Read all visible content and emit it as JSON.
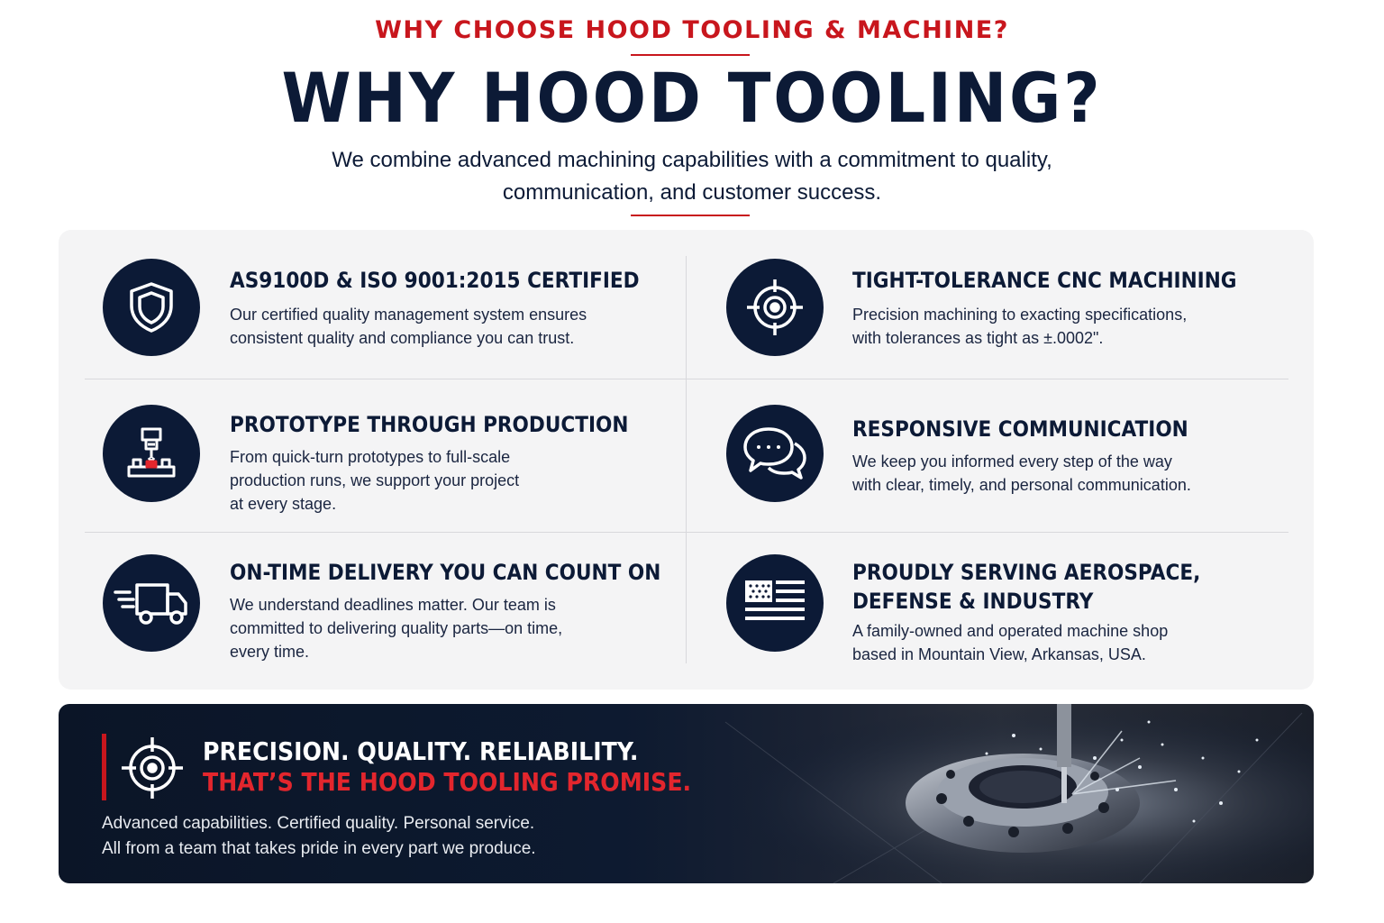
{
  "header": {
    "eyebrow": "WHY CHOOSE HOOD TOOLING & MACHINE?",
    "title": "WHY HOOD TOOLING?",
    "subtitle_line1": "We combine advanced machining capabilities with a commitment to quality,",
    "subtitle_line2": "communication, and customer success."
  },
  "features": [
    {
      "icon": "shield-icon",
      "title": "AS9100D & ISO 9001:2015 CERTIFIED",
      "desc": [
        "Our certified quality management system ensures",
        "consistent quality and compliance you can trust."
      ]
    },
    {
      "icon": "target-crosshair-icon",
      "title": "TIGHT-TOLERANCE CNC MACHINING",
      "desc": [
        "Precision machining to exacting specifications,",
        "with tolerances as tight as ±.0002\"."
      ]
    },
    {
      "icon": "cnc-machine-icon",
      "title": "PROTOTYPE THROUGH PRODUCTION",
      "desc": [
        "From quick-turn prototypes to full-scale",
        "production runs, we support your project",
        "at every stage."
      ]
    },
    {
      "icon": "chat-bubbles-icon",
      "title": "RESPONSIVE COMMUNICATION",
      "desc": [
        "We keep you informed every step of the way",
        "with clear, timely, and personal communication."
      ]
    },
    {
      "icon": "delivery-truck-icon",
      "title": "ON-TIME DELIVERY YOU CAN COUNT ON",
      "desc": [
        "We understand deadlines matter. Our team is",
        "committed to delivering quality parts—on time,",
        "every time."
      ]
    },
    {
      "icon": "us-flag-icon",
      "title": [
        "PROUDLY SERVING AEROSPACE,",
        "DEFENSE & INDUSTRY"
      ],
      "desc": [
        "A family-owned and operated machine shop",
        "based in Mountain View, Arkansas, USA."
      ]
    }
  ],
  "banner": {
    "icon": "target-crosshair-icon",
    "line1": "PRECISION. QUALITY. RELIABILITY.",
    "line2": "THAT’S THE HOOD TOOLING PROMISE.",
    "copy_line1": "Advanced capabilities. Certified quality. Personal service.",
    "copy_line2": "All from a team that takes pride in every part we produce."
  },
  "colors": {
    "accent_red": "#c8161d",
    "navy": "#0c1a36",
    "panel_bg": "#f4f4f5"
  }
}
